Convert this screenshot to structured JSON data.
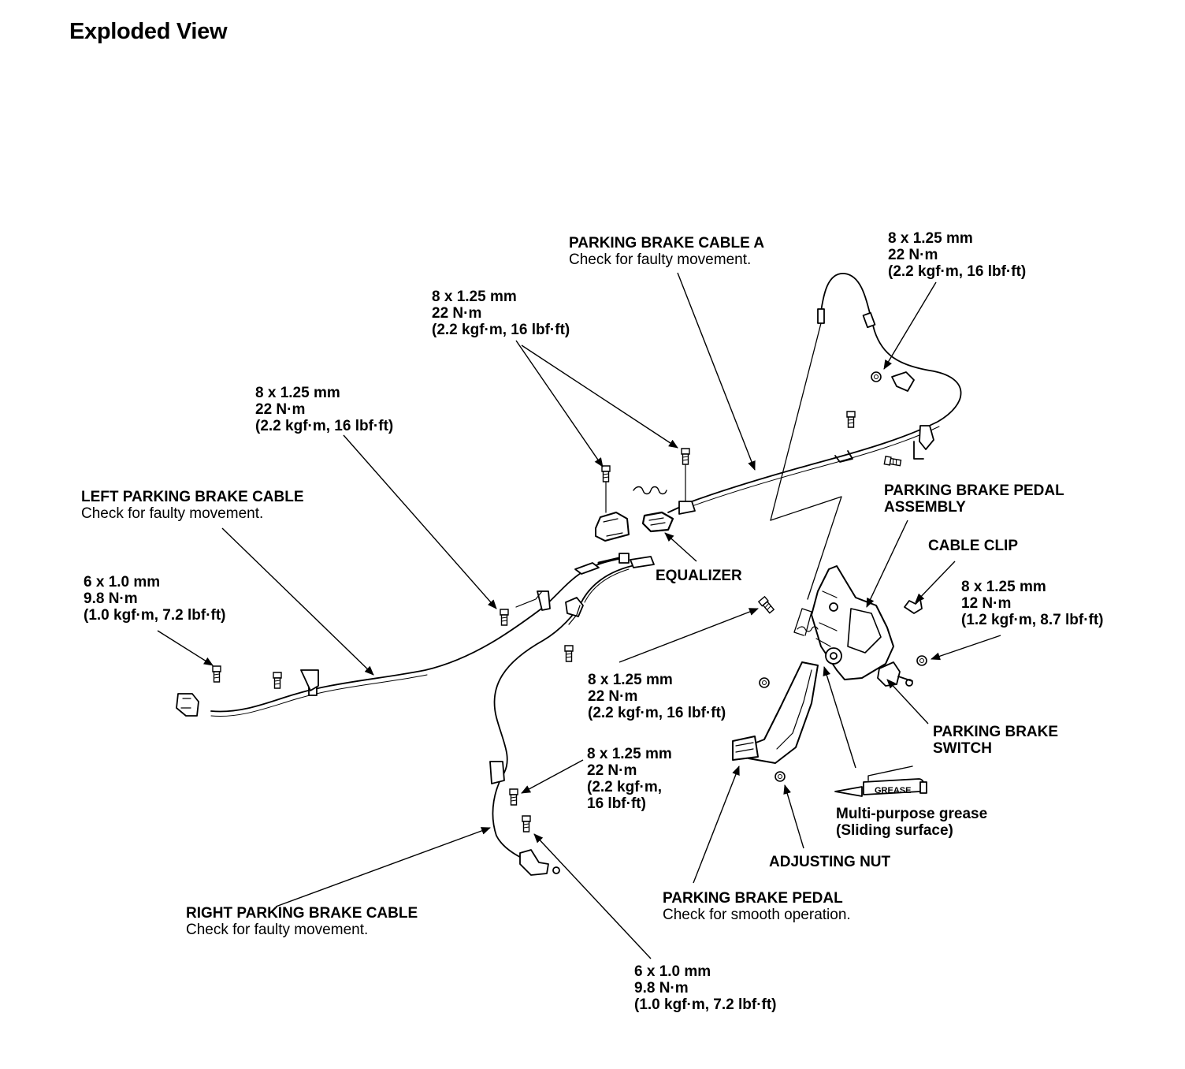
{
  "title": "Exploded View",
  "labels": {
    "cable_a": {
      "name": "PARKING BRAKE CABLE A",
      "note": "Check for faulty movement."
    },
    "torque_top_right": {
      "size": "8 x 1.25 mm",
      "torque": "22 N·m",
      "alt": "(2.2 kgf·m, 16 lbf·ft)"
    },
    "torque_top_center": {
      "size": "8 x 1.25 mm",
      "torque": "22 N·m",
      "alt": "(2.2 kgf·m, 16 lbf·ft)"
    },
    "torque_mid_left": {
      "size": "8 x 1.25 mm",
      "torque": "22 N·m",
      "alt": "(2.2 kgf·m, 16 lbf·ft)"
    },
    "left_cable": {
      "name": "LEFT PARKING BRAKE CABLE",
      "note": "Check for faulty movement."
    },
    "torque_left_end": {
      "size": "6 x 1.0 mm",
      "torque": "9.8 N·m",
      "alt": "(1.0 kgf·m, 7.2 lbf·ft)"
    },
    "equalizer": {
      "name": "EQUALIZER"
    },
    "pedal_assembly": {
      "line1": "PARKING BRAKE PEDAL",
      "line2": "ASSEMBLY"
    },
    "cable_clip": {
      "name": "CABLE CLIP"
    },
    "torque_switch_nut": {
      "size": "8 x 1.25 mm",
      "torque": "12 N·m",
      "alt": "(1.2 kgf·m, 8.7 lbf·ft)"
    },
    "torque_pedal_bolt": {
      "size": "8 x 1.25 mm",
      "torque": "22 N·m",
      "alt": "(2.2 kgf·m, 16 lbf·ft)"
    },
    "brake_switch": {
      "line1": "PARKING BRAKE",
      "line2": "SWITCH"
    },
    "torque_right_bracket": {
      "size": "8 x 1.25 mm",
      "torque": "22 N·m",
      "line3": "(2.2 kgf·m,",
      "line4": "16 lbf·ft)"
    },
    "grease": {
      "tube_text": "GREASE",
      "line1": "Multi-purpose grease",
      "line2": "(Sliding surface)"
    },
    "adjusting_nut": {
      "name": "ADJUSTING NUT"
    },
    "brake_pedal": {
      "name": "PARKING BRAKE PEDAL",
      "note": "Check for smooth operation."
    },
    "right_cable": {
      "name": "RIGHT PARKING BRAKE CABLE",
      "note": "Check for faulty movement."
    },
    "torque_right_end": {
      "size": "6 x 1.0 mm",
      "torque": "9.8 N·m",
      "alt": "(1.0 kgf·m, 7.2 lbf·ft)"
    }
  }
}
